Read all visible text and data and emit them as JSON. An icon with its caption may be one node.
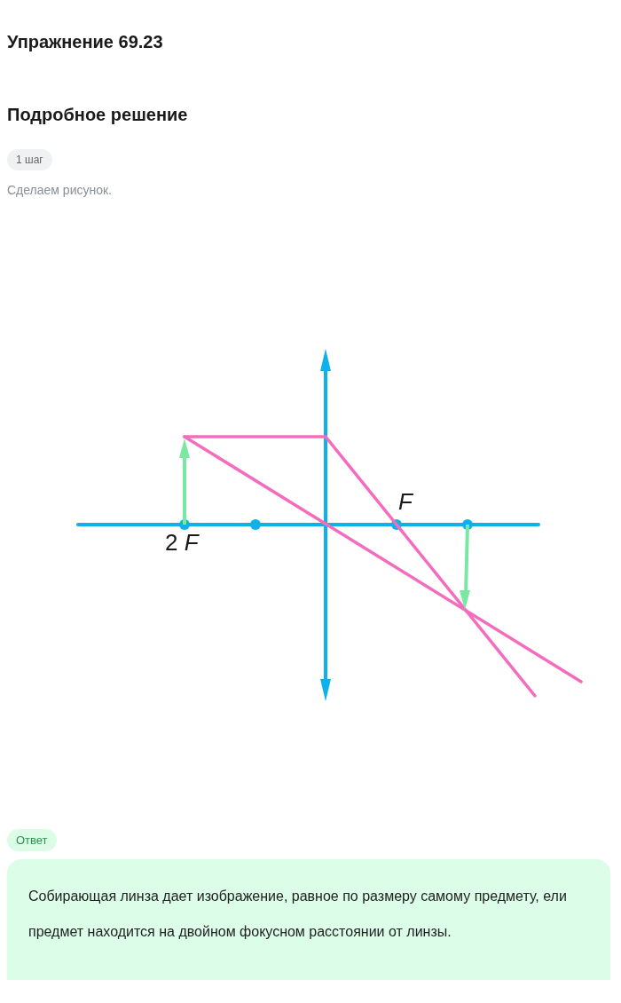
{
  "diagram": {
    "title": "Упражнение 69.23",
    "nodes": [
      {
        "text": [
          "1 шаг"
        ]
      },
      {
        "text": [
          "Ответ"
        ]
      },
      {
        "text": [
          "Собирающая линза дает изображение, равное по размеру самому предмету, ели предмет находится на двойном фокусном расстоянии от линзы."
        ]
      }
    ],
    "labels": [
      "Подробное решение",
      "Сделаем рисунок.",
      "F",
      "2 *F*"
    ]
  }
}
